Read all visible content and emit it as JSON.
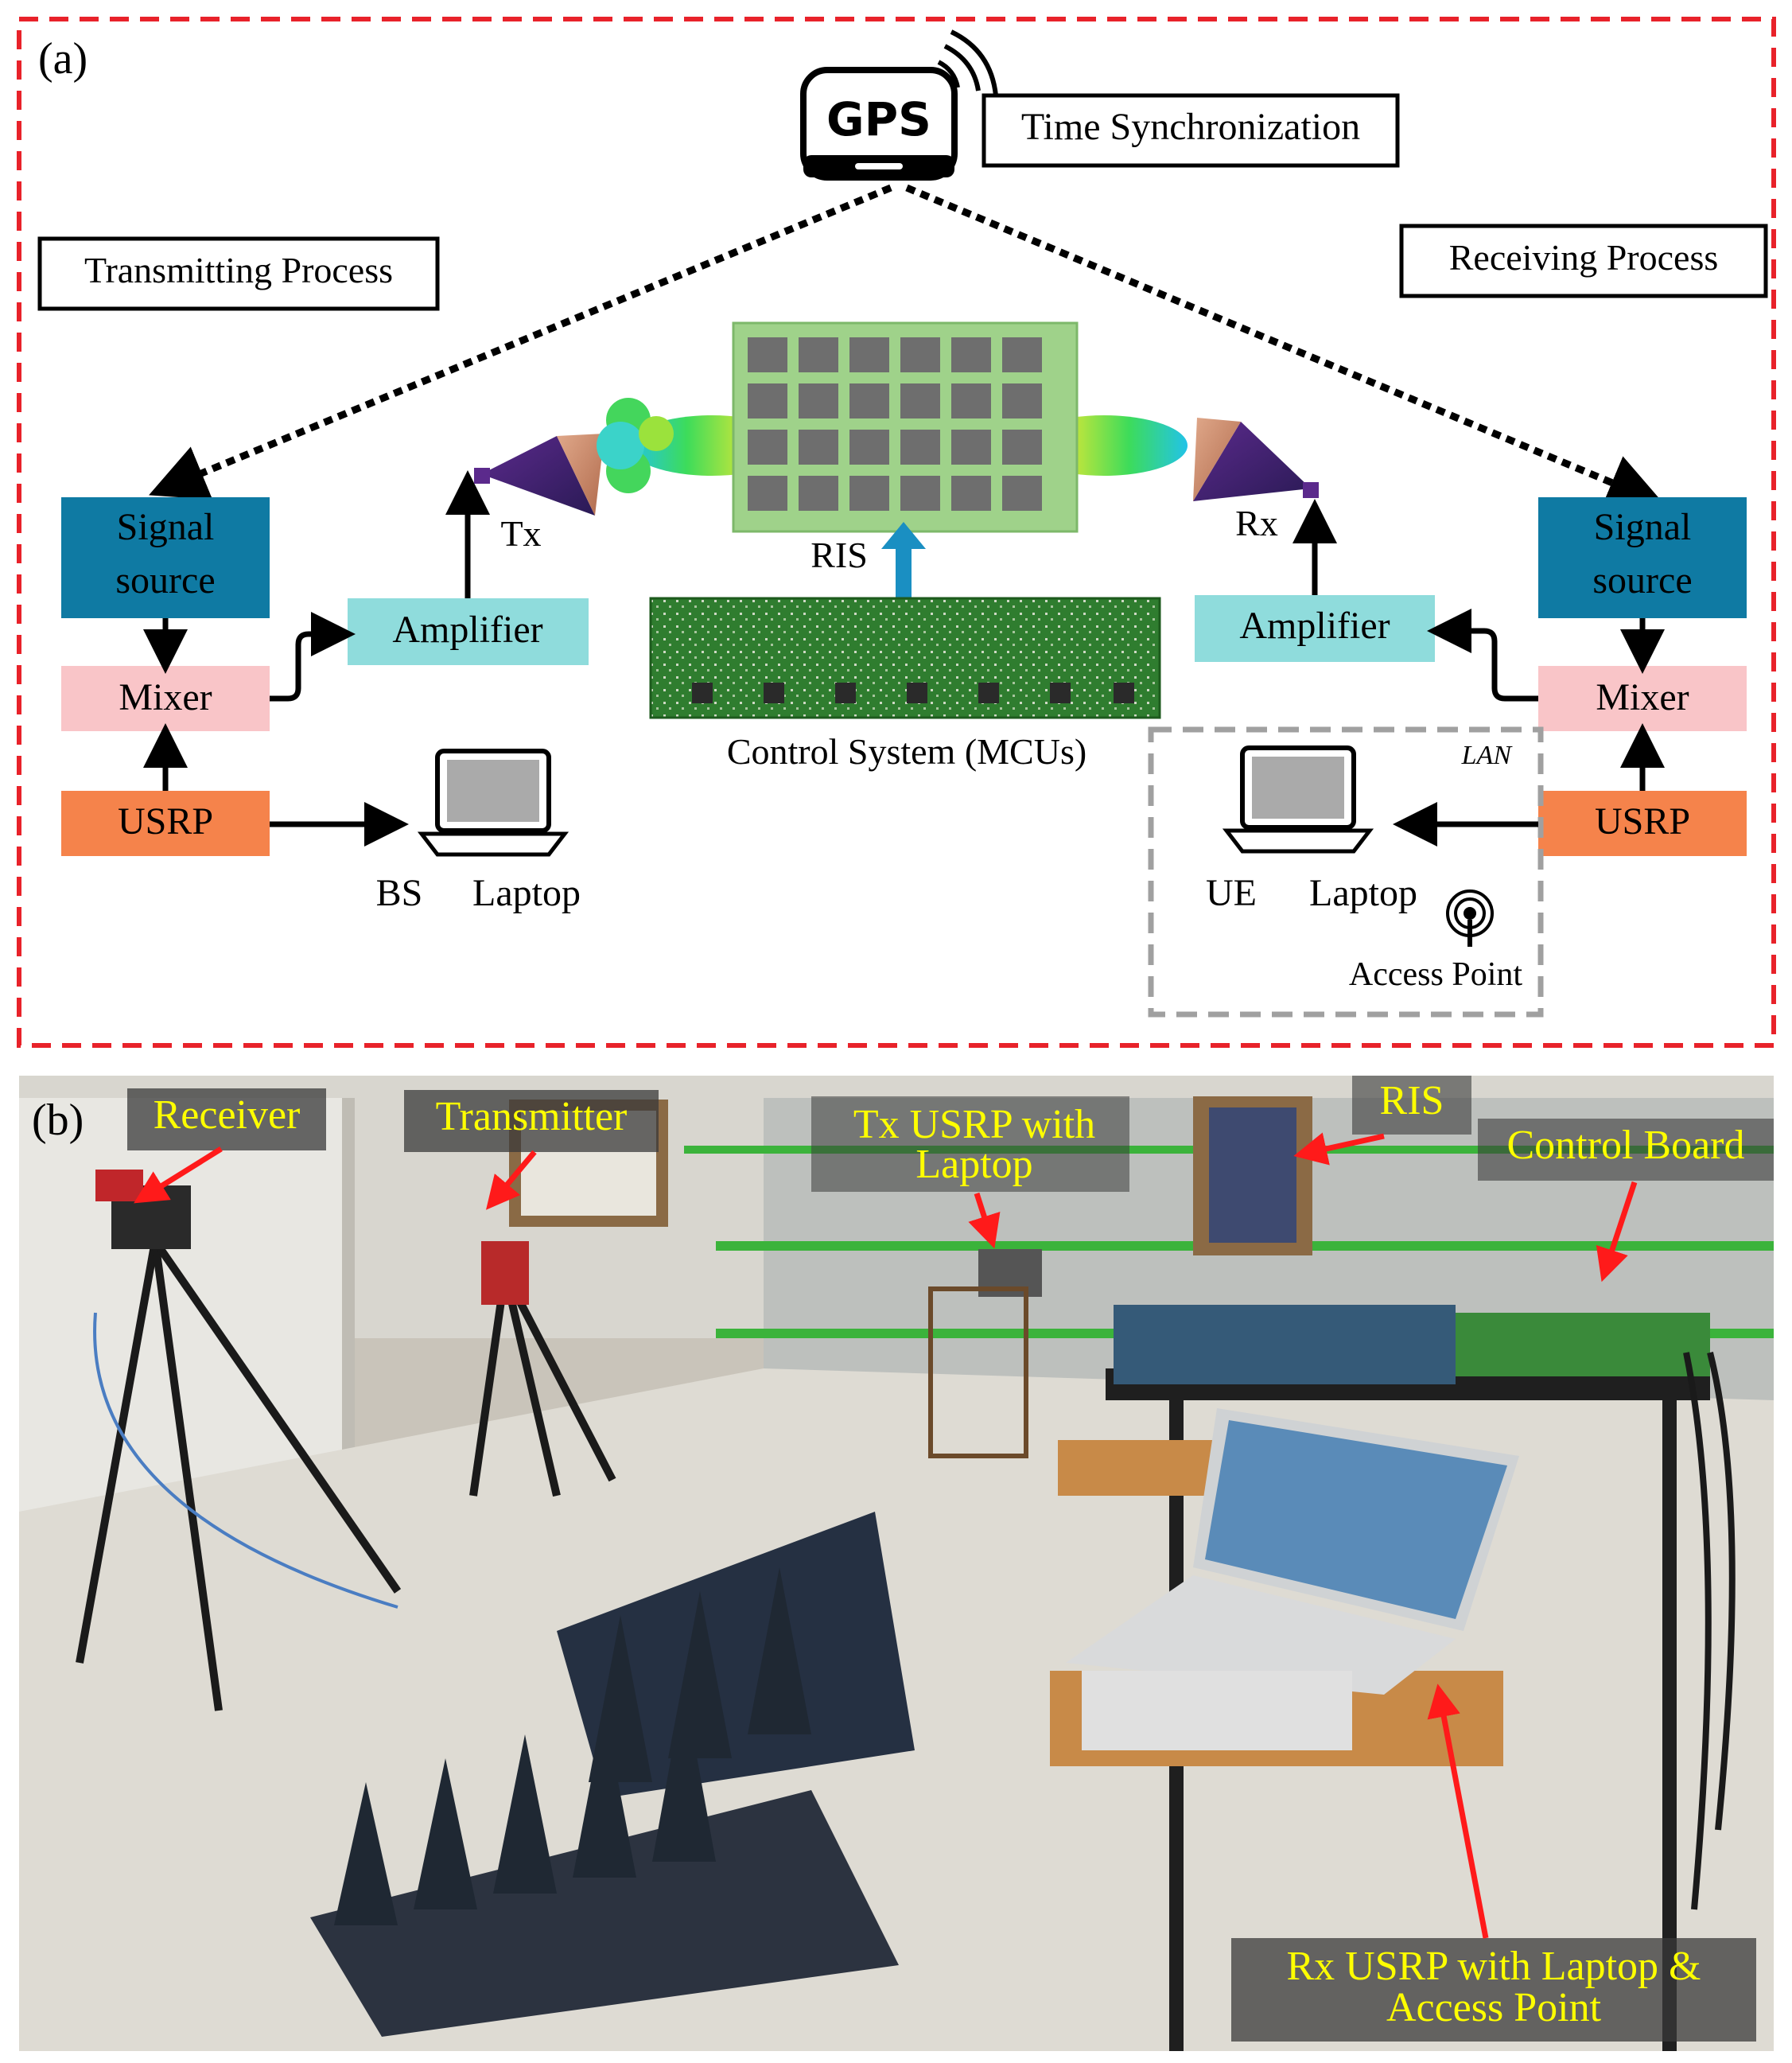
{
  "panel_a": {
    "label": "(a)",
    "gps_label": "GPS",
    "time_sync": "Time Synchronization",
    "tx_process": "Transmitting Process",
    "rx_process": "Receiving Process",
    "tx_chain": {
      "signal_source": [
        "Signal",
        "source"
      ],
      "mixer": "Mixer",
      "usrp": "USRP",
      "amplifier": "Amplifier",
      "antenna": "Tx"
    },
    "rx_chain": {
      "signal_source": [
        "Signal",
        "source"
      ],
      "mixer": "Mixer",
      "usrp": "USRP",
      "amplifier": "Amplifier",
      "antenna": "Rx"
    },
    "ris_label": "RIS",
    "control_system": "Control System (MCUs)",
    "bs": "BS",
    "bs_laptop": "Laptop",
    "ue": "UE",
    "ue_laptop": "Laptop",
    "lan": "LAN",
    "access_point": "Access Point",
    "colors": {
      "frame": "#e8222a",
      "signal_source": "#0f7aa3",
      "mixer": "#f9c5c8",
      "usrp": "#f5834b",
      "amplifier": "#8fdcdc",
      "ris_bg": "#9fd28a",
      "ris_cell": "#6e6e6e",
      "arrow_blue": "#1a8fc2"
    }
  },
  "panel_b": {
    "label": "(b)",
    "receiver": "Receiver",
    "transmitter": "Transmitter",
    "tx_usrp": [
      "Tx USRP with",
      "Laptop"
    ],
    "ris": "RIS",
    "control_board": "Control Board",
    "rx_usrp": [
      "Rx USRP with Laptop &",
      "Access Point"
    ],
    "colors": {
      "callout_text": "#ffff00",
      "arrow": "#ff1a1a"
    }
  }
}
